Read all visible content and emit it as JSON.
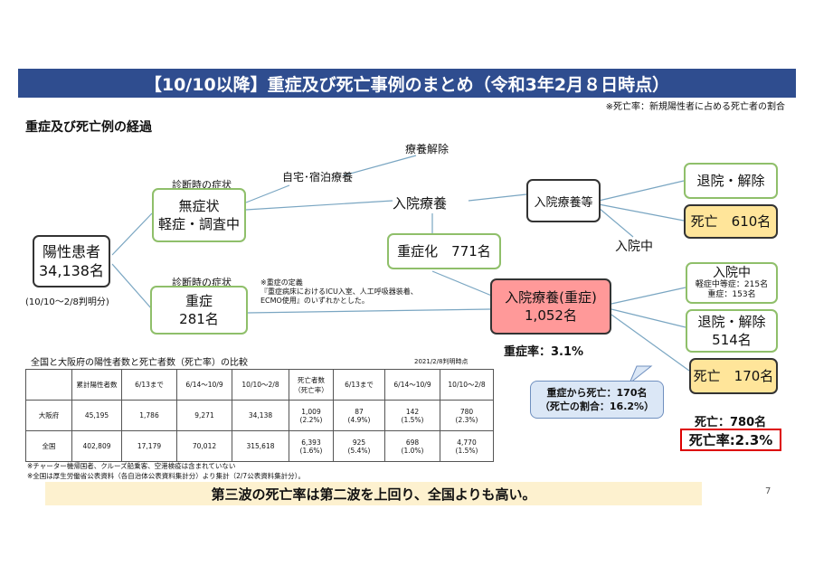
{
  "title": "【10/10以降】重症及び死亡事例のまとめ（令和3年2月８日時点）",
  "note_top": "※死亡率：新規陽性者に占める死亡者の割合",
  "section_heading": "重症及び死亡例の経過",
  "nodes": {
    "positive": {
      "line1": "陽性患者",
      "line2": "34,138名",
      "sub": "(10/10～2/8判明分)"
    },
    "mild": {
      "caption": "診断時の症状",
      "line1": "無症状",
      "line2": "軽症・調査中"
    },
    "severe": {
      "caption": "診断時の症状",
      "line1": "重症",
      "line2": "281名"
    },
    "home_label": "自宅･宿泊療養",
    "release_label": "療養解除",
    "hosp_label": "入院療養",
    "hosp_etc": "入院療養等",
    "severe_change": "重症化　771名",
    "hosp_severe": {
      "line1": "入院療養(重症)",
      "line2": "1,052名"
    },
    "severe_rate": "重症率：3.1%",
    "severe_def": [
      "※重症の定義",
      "『重症病床におけるICU入室、人工呼吸器装着、",
      "ECMO使用』のいずれかとした。"
    ],
    "discharge_top": "退院・解除",
    "death_top": "死亡　610名",
    "in_hosp_label": "入院中",
    "in_hosp": {
      "line1": "入院中",
      "line2": "軽症中等症：215名",
      "line3": "重症：153名"
    },
    "discharge_bottom": {
      "line1": "退院・解除",
      "line2": "514名"
    },
    "death_bottom": "死亡　170名",
    "bubble": {
      "line1": "重症から死亡：170名",
      "line2": "（死亡の割合：16.2%）"
    },
    "death_total": "死亡：780名",
    "death_rate": "死亡率:2.3%"
  },
  "table": {
    "caption": "全国と大阪府の陽性者数と死亡者数（死亡率）の比較",
    "as_of": "2021/2/8判明時点",
    "header_pos": "累計陽性者数",
    "header_dead": [
      "死亡者数",
      "（死亡率）"
    ],
    "periods": [
      "6/13まで",
      "6/14～10/9",
      "10/10～2/8"
    ],
    "rows": [
      {
        "name": "大阪府",
        "total": "45,195",
        "p": [
          "1,786",
          "9,271",
          "34,138"
        ],
        "dead": [
          "1,009",
          "(2.2%)"
        ],
        "d": [
          [
            "87",
            "(4.9%)"
          ],
          [
            "142",
            "(1.5%)"
          ],
          [
            "780",
            "(2.3%)"
          ]
        ]
      },
      {
        "name": "全国",
        "total": "402,809",
        "p": [
          "17,179",
          "70,012",
          "315,618"
        ],
        "dead": [
          "6,393",
          "(1.6%)"
        ],
        "d": [
          [
            "925",
            "(5.4%)"
          ],
          [
            "698",
            "(1.0%)"
          ],
          [
            "4,770",
            "(1.5%)"
          ]
        ]
      }
    ],
    "footnotes": [
      "※チャーター機帰国者、クルーズ船乗客、空港検疫は含まれていない",
      "※全国は厚生労働省公表資料（各自治体公表資料集計分）より集計（2/7公表資料集計分）。"
    ]
  },
  "conclusion": "第三波の死亡率は第二波を上回り、全国よりも高い。",
  "page_number": "7"
}
